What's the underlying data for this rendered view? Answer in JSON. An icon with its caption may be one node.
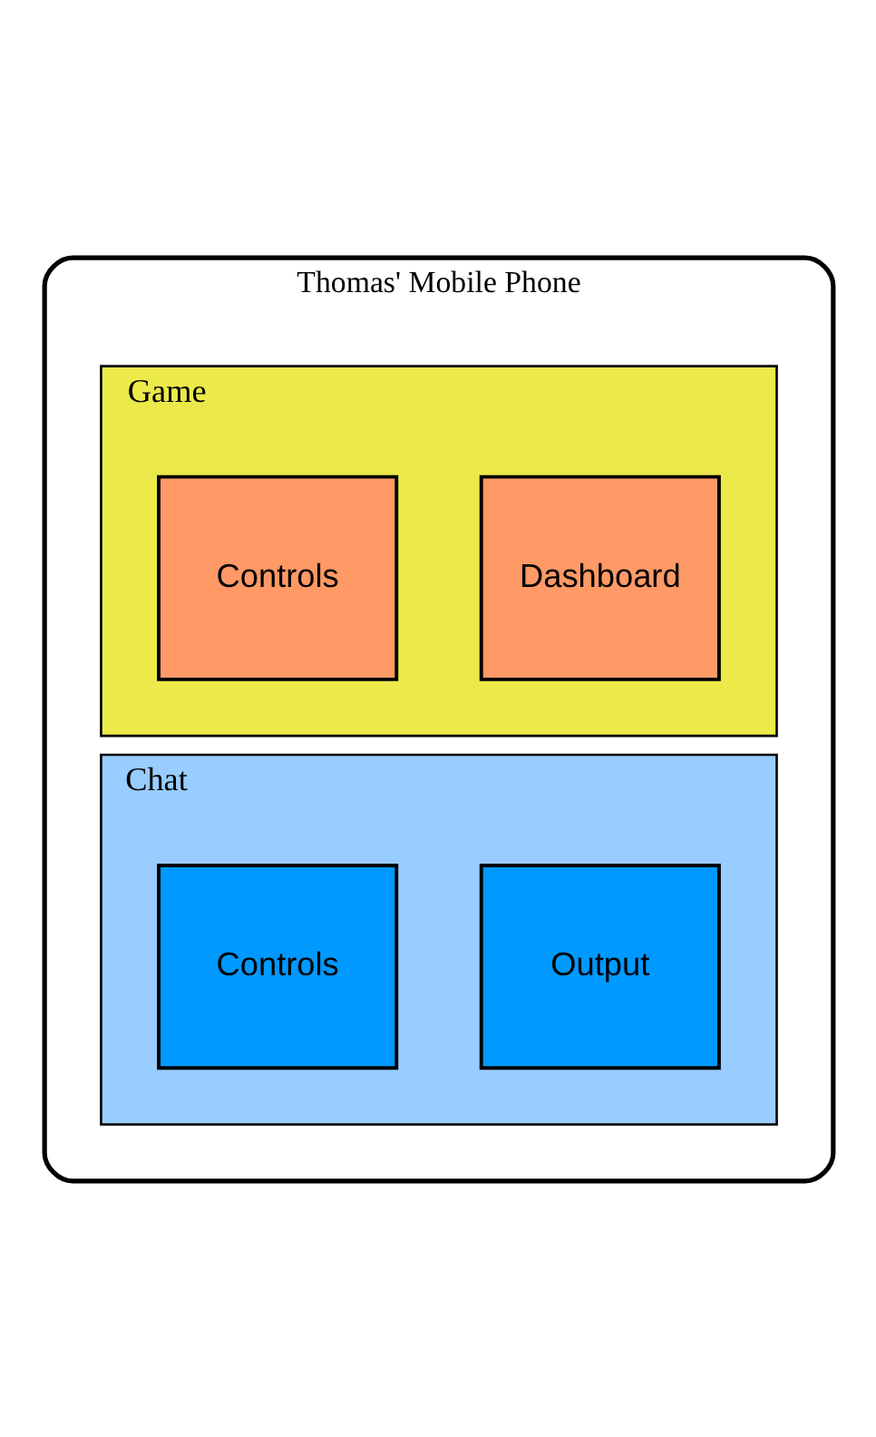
{
  "diagram": {
    "nodes": [
      {
        "text": [
          "Thomas' Mobile Phone"
        ]
      },
      {
        "text": [
          "Game"
        ],
        "in": 0
      },
      {
        "text": [
          "Dashboard"
        ],
        "in": 1
      },
      {
        "text": [
          "Controls"
        ],
        "in": 1
      },
      {
        "text": [
          "Chat"
        ],
        "in": 0
      },
      {
        "text": [
          "Output"
        ],
        "in": 4
      },
      {
        "text": [
          "Controls"
        ],
        "in": 4
      }
    ],
    "edges": []
  }
}
